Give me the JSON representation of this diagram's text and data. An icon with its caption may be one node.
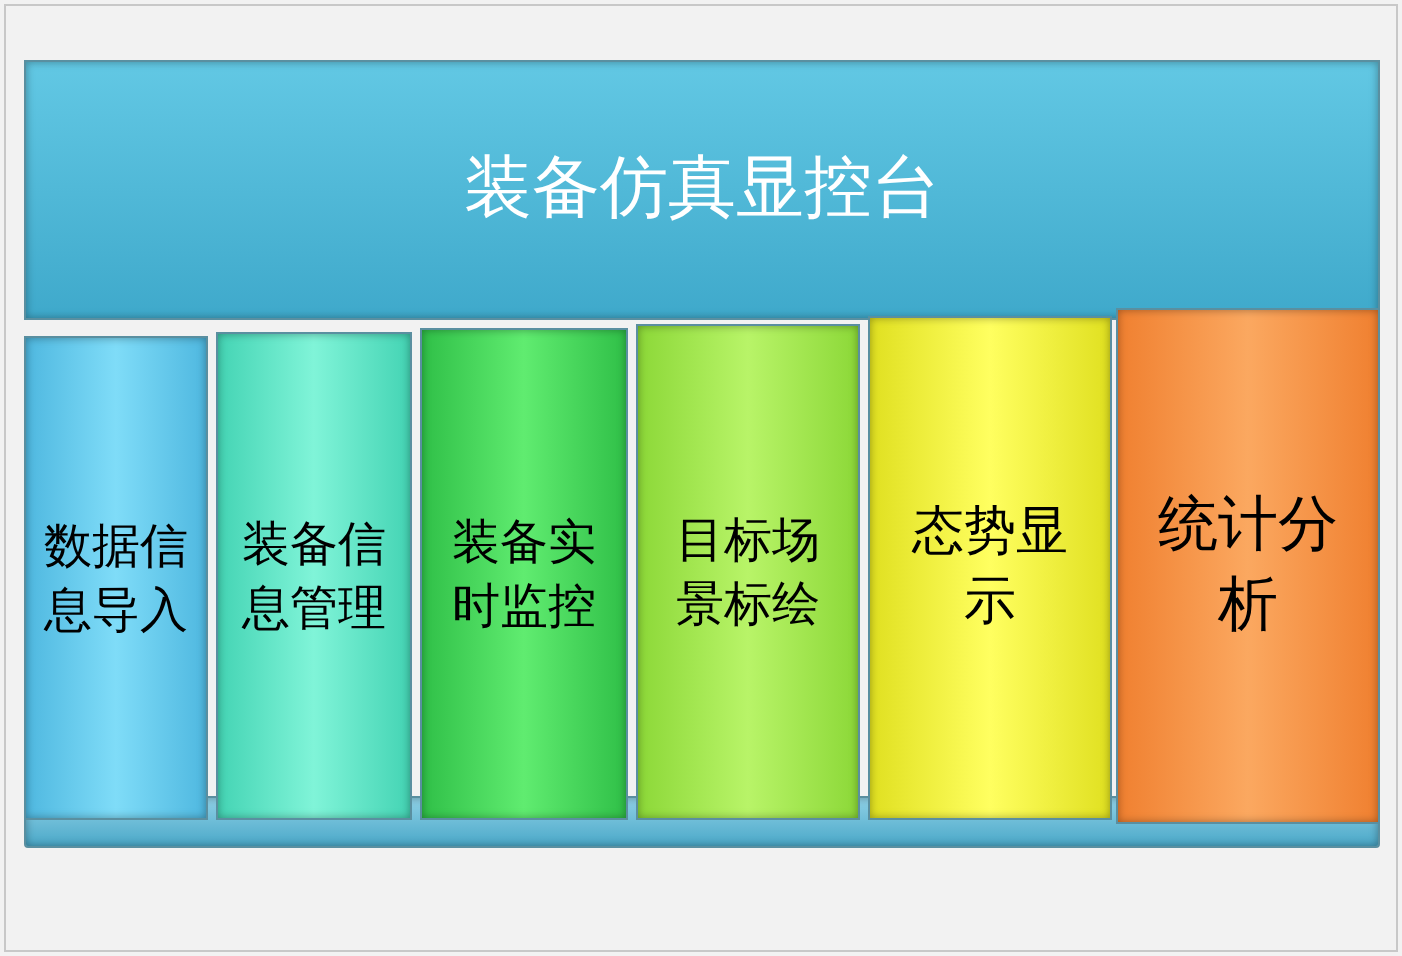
{
  "diagram": {
    "nodes": [
      {
        "text": [
          "装备仿真显控台"
        ]
      },
      {
        "text": [
          "数据信息导入"
        ]
      },
      {
        "text": [
          "装备信息管理"
        ]
      },
      {
        "text": [
          "装备实时监控"
        ]
      },
      {
        "text": [
          "目标场景标绘"
        ]
      },
      {
        "text": [
          "态势显示"
        ]
      },
      {
        "text": [
          "统计分析"
        ]
      },
      {
        "text": [],
        "shape": "bar"
      }
    ]
  }
}
